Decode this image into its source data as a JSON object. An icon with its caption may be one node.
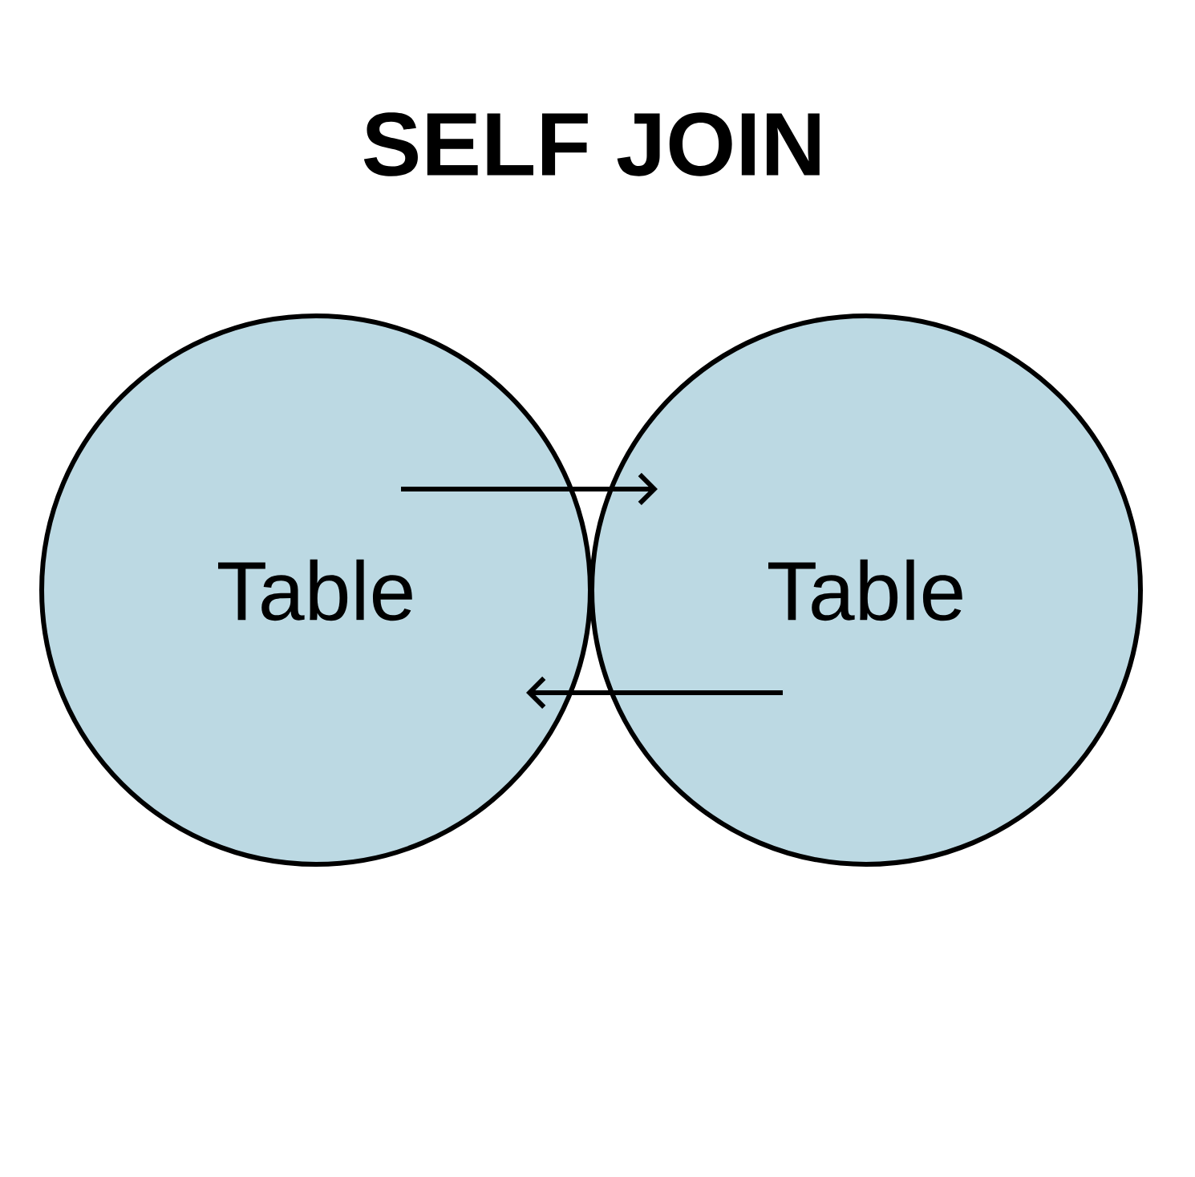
{
  "diagram": {
    "title": "SELF JOIN",
    "nodes": [
      {
        "text": [
          "Table"
        ]
      },
      {
        "text": [
          "Table"
        ]
      }
    ],
    "edges": [
      {
        "from": 0,
        "to": 1,
        "arrow": "to"
      },
      {
        "from": 1,
        "to": 0,
        "arrow": "to"
      }
    ]
  }
}
